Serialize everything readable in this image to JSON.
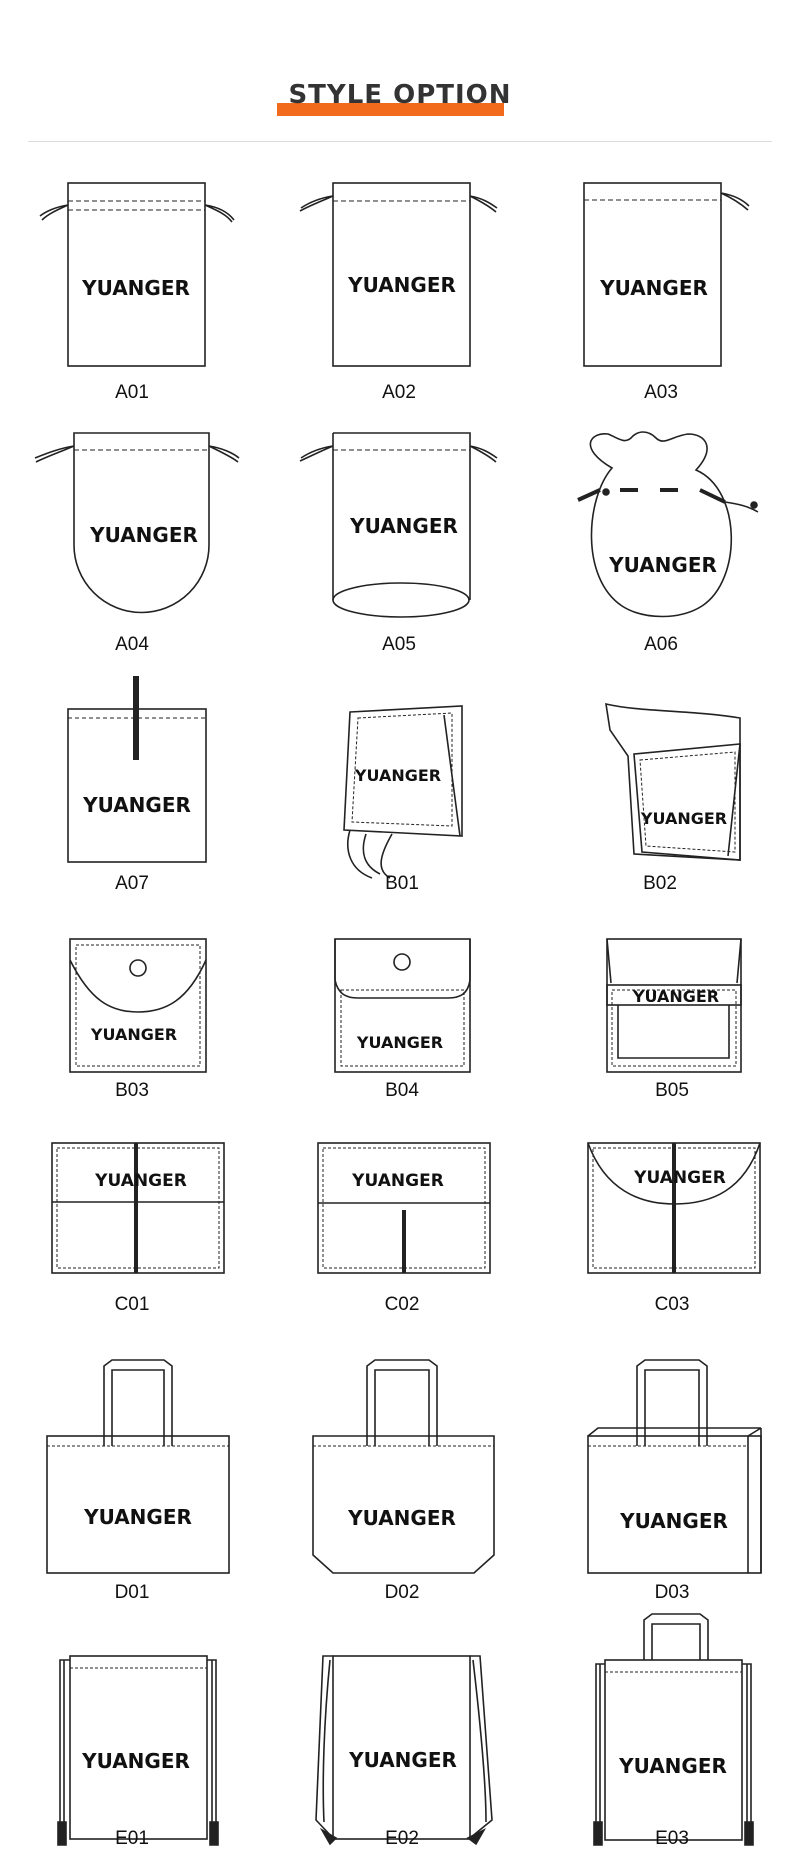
{
  "header": {
    "title": "STYLE OPTION",
    "accent_color": "#f26a1b"
  },
  "brand": "YUANGER",
  "styles": [
    {
      "code": "A01"
    },
    {
      "code": "A02"
    },
    {
      "code": "A03"
    },
    {
      "code": "A04"
    },
    {
      "code": "A05"
    },
    {
      "code": "A06"
    },
    {
      "code": "A07"
    },
    {
      "code": "B01"
    },
    {
      "code": "B02"
    },
    {
      "code": "B03"
    },
    {
      "code": "B04"
    },
    {
      "code": "B05"
    },
    {
      "code": "C01"
    },
    {
      "code": "C02"
    },
    {
      "code": "C03"
    },
    {
      "code": "D01"
    },
    {
      "code": "D02"
    },
    {
      "code": "D03"
    },
    {
      "code": "E01"
    },
    {
      "code": "E02"
    },
    {
      "code": "E03"
    }
  ]
}
